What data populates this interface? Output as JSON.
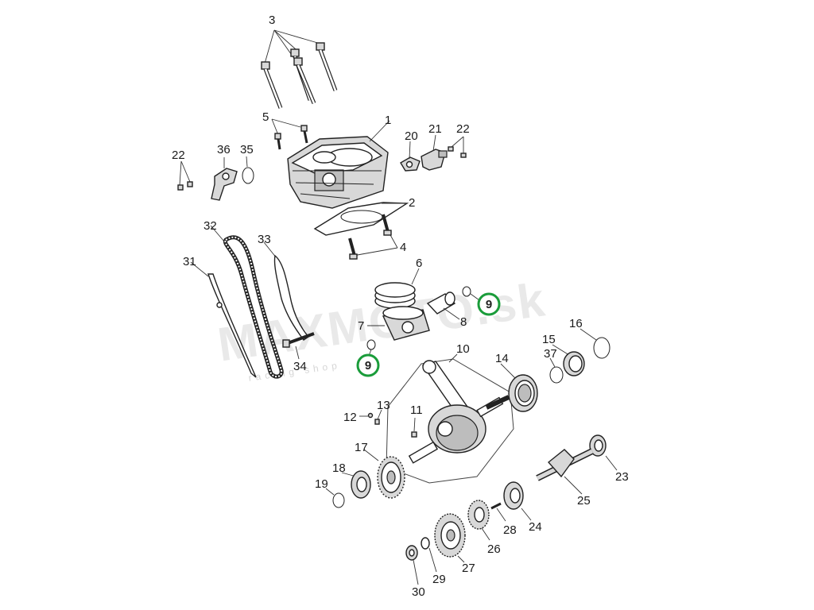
{
  "watermark": {
    "brand": "MAXMOTO.sk",
    "tagline": "racing shop"
  },
  "highlight_color": "#1a9c3a",
  "parts": [
    {
      "num": "1"
    },
    {
      "num": "2"
    },
    {
      "num": "3"
    },
    {
      "num": "4"
    },
    {
      "num": "5"
    },
    {
      "num": "6"
    },
    {
      "num": "7"
    },
    {
      "num": "8"
    },
    {
      "num": "9"
    },
    {
      "num": "10"
    },
    {
      "num": "11"
    },
    {
      "num": "12"
    },
    {
      "num": "13"
    },
    {
      "num": "14"
    },
    {
      "num": "15"
    },
    {
      "num": "16"
    },
    {
      "num": "17"
    },
    {
      "num": "18"
    },
    {
      "num": "19"
    },
    {
      "num": "20"
    },
    {
      "num": "21"
    },
    {
      "num": "22"
    },
    {
      "num": "23"
    },
    {
      "num": "24"
    },
    {
      "num": "25"
    },
    {
      "num": "26"
    },
    {
      "num": "27"
    },
    {
      "num": "28"
    },
    {
      "num": "29"
    },
    {
      "num": "30"
    },
    {
      "num": "31"
    },
    {
      "num": "32"
    },
    {
      "num": "33"
    },
    {
      "num": "34"
    },
    {
      "num": "35"
    },
    {
      "num": "36"
    },
    {
      "num": "37"
    }
  ],
  "highlighted_callouts": [
    {
      "num": "9"
    },
    {
      "num": "9"
    }
  ]
}
